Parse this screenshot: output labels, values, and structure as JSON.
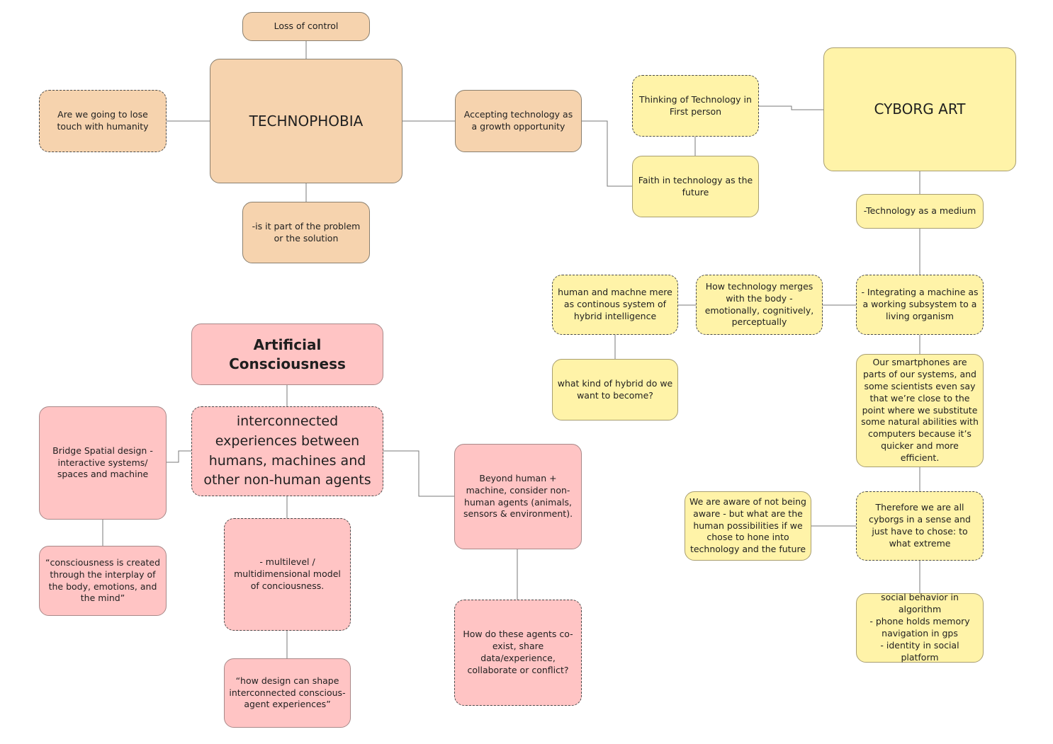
{
  "nodes": {
    "loss_of_control": "Loss of control",
    "technophobia": "TECHNOPHOBIA",
    "lose_touch": "Are we going to lose touch with humanity",
    "part_of_problem": "-is it part of the problem or the solution",
    "accepting_technology": "Accepting technology as a growth opportunity",
    "thinking_first_person": "Thinking of Technology in First person",
    "faith_in_technology": "Faith in technology as the future",
    "cyborg_art": "CYBORG ART",
    "technology_medium": "-Technology as a medium",
    "integrating_machine": "- Integrating a machine as a working subsystem to a living organism",
    "technology_merges": "How technology merges with the body - emotionally, cognitively, perceptually",
    "human_machine_merge": "human and machne mere as continous system of hybrid intelligence",
    "hybrid_become": "what kind of hybrid do we want to become?",
    "smartphones": "Our smartphones are parts of our systems, and some scientists even say that we’re close to the point where we substitute some natural abilities with computers because it’s quicker and more efficient.",
    "all_cyborgs": "Therefore we are all cyborgs in a sense and just have to chose: to  what extreme",
    "aware_not_aware": "We are aware of not being aware - but what are the human possibilities if we chose to hone into technology and the future",
    "social_behavior": "social behavior in algorithm\n- phone holds memory\nnavigation in gps\n- identity in social platform",
    "artificial_consciousness": "Artificial Consciousness",
    "interconnected_experiences": "interconnected experiences between humans, machines and other non-human agents",
    "bridge_spatial": "Bridge Spatial design - interactive systems/ spaces and machine",
    "consciousness_created": "“consciousness is created through the interplay of the body, emotions, and the mind”",
    "multilevel_model": "- multilevel / multidimensional model of conciousness.",
    "design_shape": "“how design can shape interconnected conscious-agent experiences”",
    "beyond_human": "Beyond human + machine, consider non-human agents (animals, sensors & environment).",
    "agents_coexist": "How do these agents co-exist, share data/experience, collaborate or conflict?"
  },
  "colors": {
    "orange": "#f6d3ae",
    "yellow": "#fff3a8",
    "pink": "#ffc4c4",
    "connector": "#7a7a7a"
  }
}
